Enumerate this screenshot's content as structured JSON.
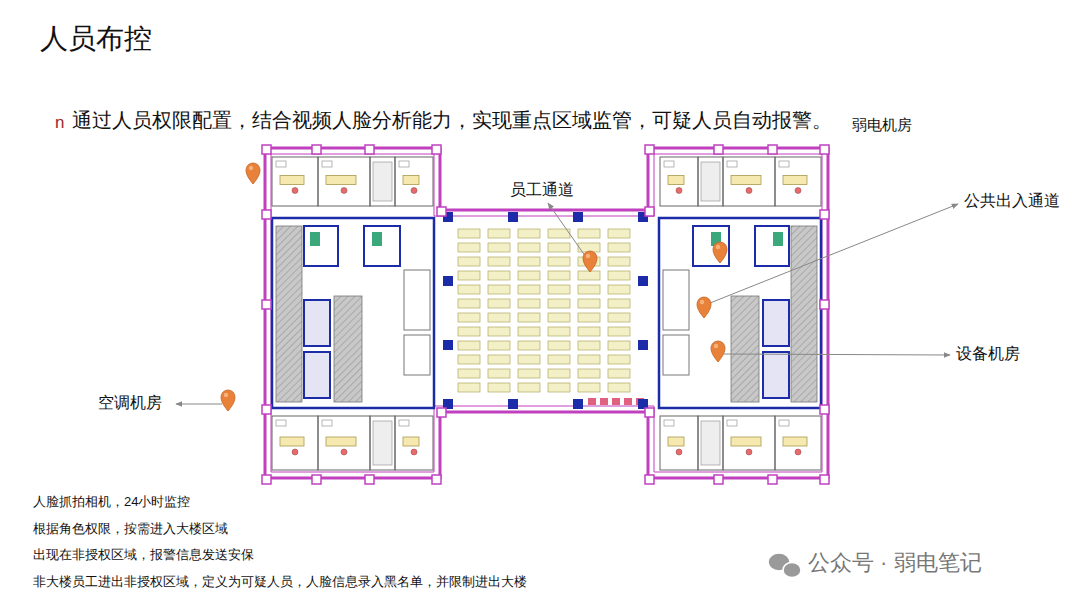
{
  "diagram": {
    "title": "人员布控",
    "labels": [
      "n",
      "通过人员权限配置，结合视频人脸分析能力，实现重点区域监管，可疑人员自动报警。",
      "弱电机房",
      "员工通道",
      "公共出入通道",
      "设备机房",
      "空调机房",
      "人脸抓拍相机，24小时监控",
      "根据角色权限，按需进入大楼区域",
      "出现在非授权区域，报警信息发送安保",
      "非大楼员工进出非授权区域，定义为可疑人员，人脸信息录入黑名单，并限制进出大楼",
      "公众号 · 弱电笔记"
    ]
  }
}
